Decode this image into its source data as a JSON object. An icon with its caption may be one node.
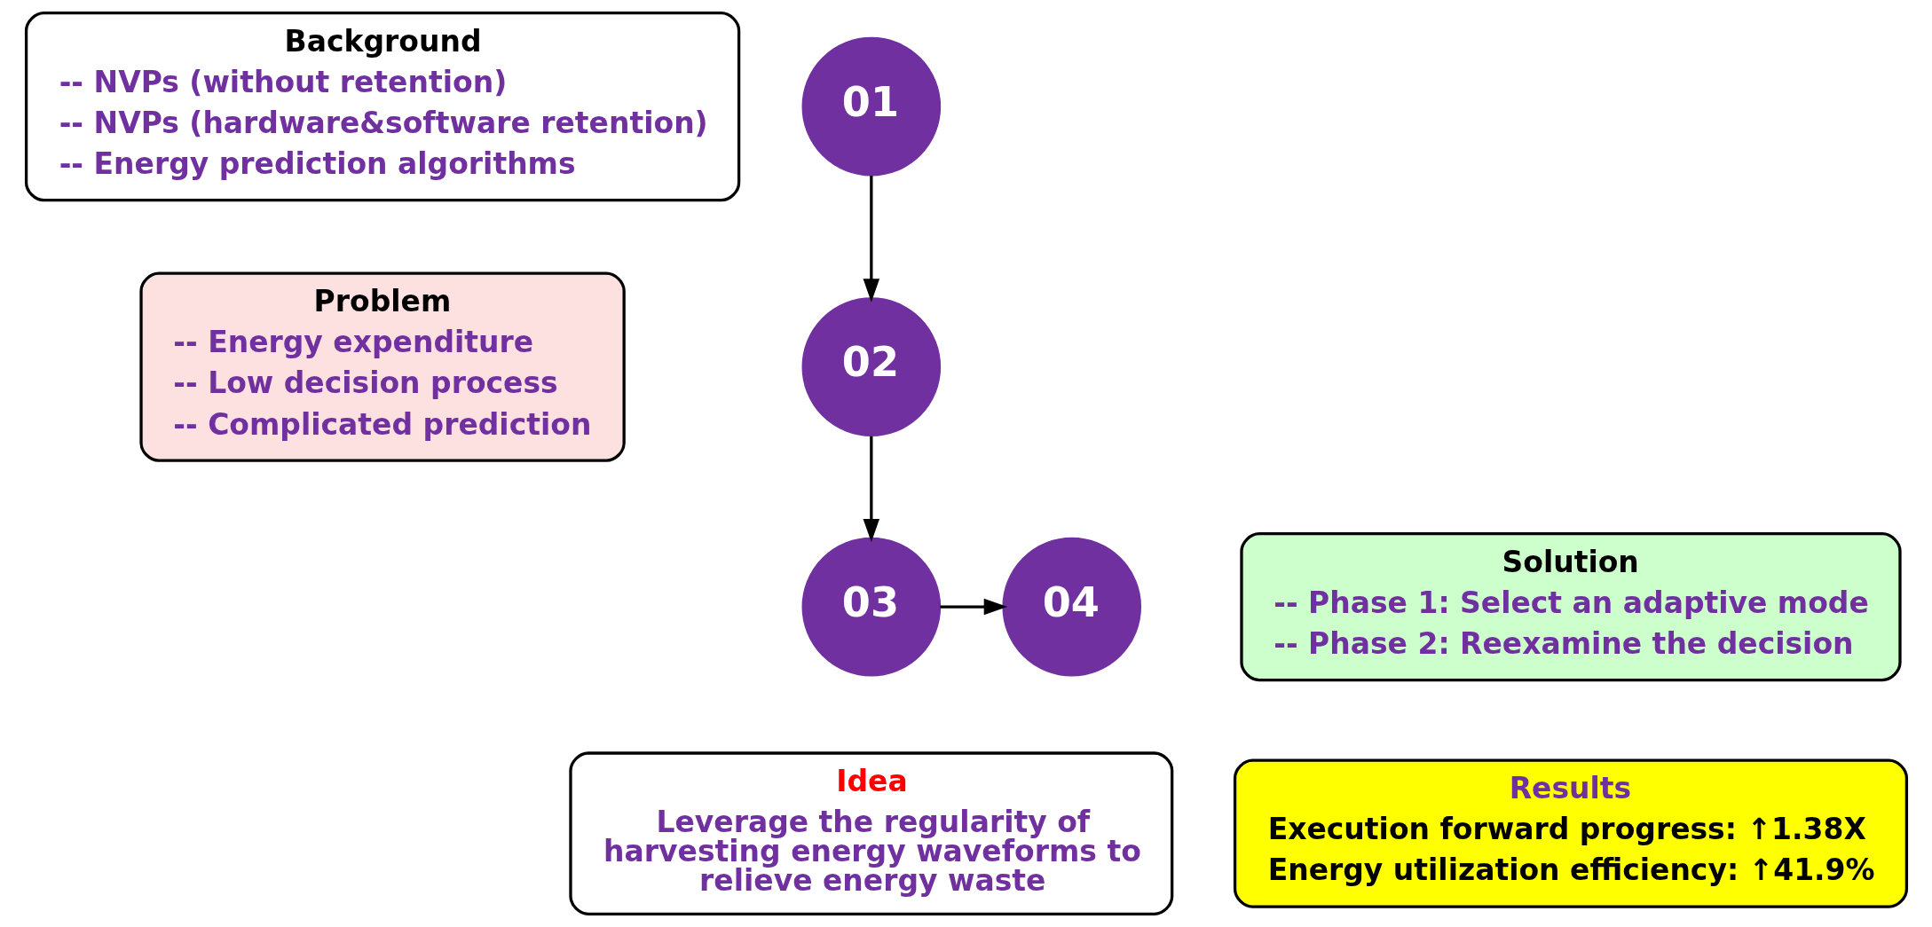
{
  "diagram": {
    "nodes": [
      {
        "text": [
          "Background",
          "-- NVPs (without retention)",
          "-- NVPs (hardware&software retention)",
          "-- Energy prediction algorithms"
        ]
      },
      {
        "text": [
          "01"
        ]
      },
      {
        "text": [
          "Problem",
          "-- Energy expenditure",
          "-- Low decision process",
          "-- Complicated prediction"
        ]
      },
      {
        "text": [
          "02"
        ]
      },
      {
        "text": [
          "Solution",
          "-- Phase 1: Select an adaptive mode",
          "-- Phase 2: Reexamine the decision"
        ]
      },
      {
        "text": [
          "04"
        ]
      },
      {
        "text": [
          "03"
        ]
      },
      {
        "text": [
          "Idea",
          "Leverage the regularity of harvesting energy waveforms to relieve energy waste"
        ]
      },
      {
        "text": [
          "Results",
          "Execution forward progress: ↑1.38X",
          "Energy utilization efficiency: ↑41.9%"
        ]
      }
    ],
    "edges": [
      {
        "from": 1,
        "to": 3,
        "arrow": "to"
      },
      {
        "from": 3,
        "to": 6,
        "arrow": "to"
      },
      {
        "from": 6,
        "to": 5,
        "arrow": "to"
      }
    ]
  }
}
